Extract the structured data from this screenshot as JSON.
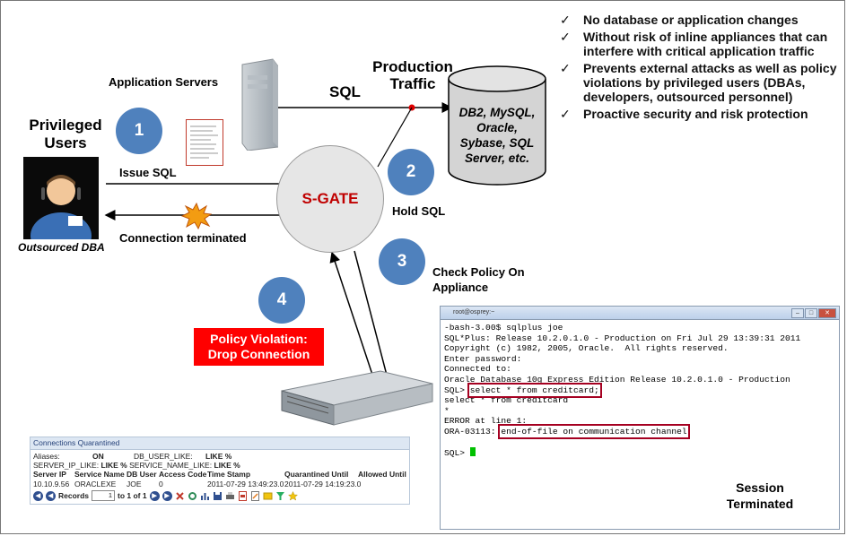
{
  "bullets": [
    "No database or application changes",
    "Without risk of inline appliances that can interfere with critical application traffic",
    "Prevents external attacks as well as policy violations by privileged users (DBAs, developers, outsourced personnel)",
    "Proactive security and risk protection"
  ],
  "check_glyph": "✓",
  "labels": {
    "app_servers": "Application Servers",
    "sql": "SQL",
    "production_traffic": "Production Traffic",
    "db": "DB2, MySQL, Oracle, Sybase, SQL Server, etc.",
    "privileged_users": "Privileged Users",
    "outsourced_dba": "Outsourced DBA",
    "issue_sql": "Issue SQL",
    "connection_terminated": "Connection terminated",
    "sgate": "S-GATE",
    "hold_sql": "Hold SQL",
    "check_policy": "Check Policy On Appliance",
    "policy_violation_1": "Policy Violation:",
    "policy_violation_2": "Drop Connection",
    "session_terminated": "Session Terminated"
  },
  "steps": [
    "1",
    "2",
    "3",
    "4"
  ],
  "terminal": {
    "title": "root@osprey:~",
    "lines": [
      "-bash-3.00$ sqlplus joe",
      "",
      "SQL*Plus: Release 10.2.0.1.0 - Production on Fri Jul 29 13:39:31 2011",
      "",
      "Copyright (c) 1982, 2005, Oracle.  All rights reserved.",
      "",
      "Enter password:",
      "",
      "Connected to:",
      "Oracle Database 10g Express Edition Release 10.2.0.1.0 - Production",
      ""
    ],
    "prompt": "SQL> ",
    "query": "select * from creditcard;",
    "echo": "select * from creditcard",
    "star": "*",
    "error": "ERROR at line 1:",
    "ora_code": "ORA-03113: ",
    "ora_msg": "end-of-file on communication channel",
    "final_prompt": "SQL> "
  },
  "quarantine": {
    "title": "Connections Quarantined",
    "aliases_label": "Aliases:",
    "aliases_value": "ON",
    "db_user_like_label": "DB_USER_LIKE:",
    "db_user_like_value": "LIKE %",
    "server_ip_like_label": "SERVER_IP_LIKE:",
    "server_ip_like_value": "LIKE %",
    "service_name_like_label": "SERVICE_NAME_LIKE:",
    "service_name_like_value": "LIKE %",
    "columns": [
      "Server IP",
      "Service Name",
      "DB User",
      "Access Code",
      "Time Stamp",
      "Quarantined Until",
      "Allowed Until"
    ],
    "row": [
      "10.10.9.56",
      "ORACLEXE",
      "JOE",
      "0",
      "2011-07-29 13:49:23.0",
      "2011-07-29 14:19:23.0",
      ""
    ],
    "records_label": "Records",
    "page_value": "1",
    "range_text": "to 1 of 1"
  },
  "colors": {
    "accent_blue": "#4f81bd",
    "violation_red": "#ff0000",
    "sgate_text": "#c00000",
    "highlight_box": "#a50021"
  }
}
